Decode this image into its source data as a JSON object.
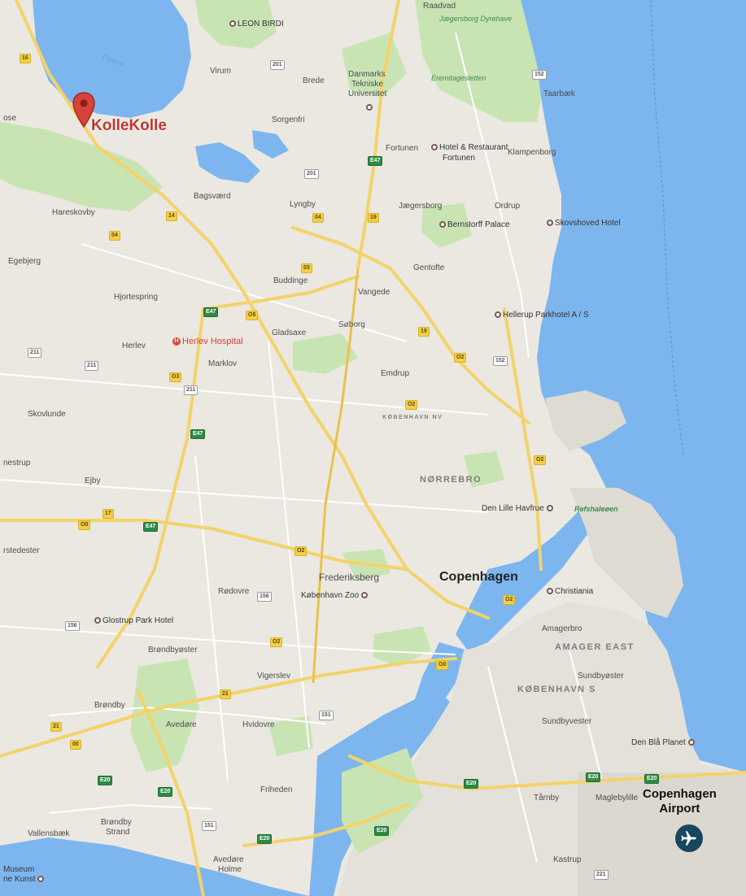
{
  "map": {
    "colors": {
      "land": "#ebe8e2",
      "water": "#7db6ee",
      "park": "#c9e4b3",
      "urban": "#dedbd3",
      "major_road": "#f3d36a",
      "minor_road": "#ffffff",
      "featured_pin": "#d6433a",
      "airport_badge": "#17475f"
    },
    "featured_place": {
      "name": "KolleKolle",
      "icon": "map-pin-icon"
    },
    "airport": {
      "line1": "Copenhagen",
      "line2": "Airport",
      "icon": "airplane-icon"
    },
    "labels": {
      "leon_birdi": "LEON BIRDI",
      "raadvad": "Raadvad",
      "jaegersborg_dyrehave": "Jægersborg Dyrehave",
      "eremitage": "Eremitagesletten",
      "taarbaek": "Taarbæk",
      "furesø": "Furesø",
      "virum": "Virum",
      "brede": "Brede",
      "dtu_1": "Danmarks",
      "dtu_2": "Tekniske",
      "dtu_3": "Universitet",
      "ose": "ose",
      "sorgenfri": "Sorgenfri",
      "fortunen": "Fortunen",
      "hotel_fortunen_1": "Hotel & Restaurant",
      "hotel_fortunen_2": "Fortunen",
      "klampenborg": "Klampenborg",
      "bagsvaerd": "Bagsværd",
      "lyngby": "Lyngby",
      "jaegersborg": "Jægersborg",
      "ordrup": "Ordrup",
      "hareskovby": "Hareskovby",
      "bernstorff": "Bernstorff Palace",
      "skovshoved": "Skovshoved Hotel",
      "egebjerg": "Egebjerg",
      "gentofte": "Gentofte",
      "buddinge": "Buddinge",
      "vangede": "Vangede",
      "hjortespring": "Hjortespring",
      "hellerup": "Hellerup Parkhotel A / S",
      "gladsaxe": "Gladsaxe",
      "soborg": "Søborg",
      "herlev": "Herlev",
      "herlev_hospital": "Herlev Hospital",
      "hospital_glyph": "H",
      "marklov": "Marklov",
      "emdrup": "Emdrup",
      "skovlunde": "Skovlunde",
      "kobenhavn_nv": "KØBENHAVN NV",
      "nestrup": "nestrup",
      "ejby": "Ejby",
      "norrebro": "NØRREBRO",
      "den_lille_havfrue": "Den Lille Havfrue",
      "refshaleoen": "Refshaleøen",
      "brondbyoster_left": "rstedester",
      "rodovre": "Rødovre",
      "frederiksberg": "Frederiksberg",
      "kobenhavn_zoo": "København Zoo",
      "copenhagen": "Copenhagen",
      "christiania": "Christiania",
      "glostrup": "Glostrup Park Hotel",
      "amagerbro": "Amagerbro",
      "brondbyoster": "Brøndbyøster",
      "amager_east": "AMAGER EAST",
      "vigerslev": "Vigerslev",
      "sundbyoster": "Sundbyøster",
      "kobenhavn_s": "KØBENHAVN S",
      "brondby": "Brøndby",
      "sundbyvester": "Sundbyvester",
      "avedore": "Avedøre",
      "hvidovre": "Hvidovre",
      "den_bla_planet": "Den Blå Planet",
      "friheden": "Friheden",
      "tarnby": "Tårnby",
      "maglebylille": "Maglebylille",
      "brondby_strand_1": "Brøndby",
      "brondby_strand_2": "Strand",
      "vallensbaek": "Vallensbæk",
      "avedore_holme_1": "Avedøre",
      "avedore_holme_2": "Holme",
      "kastrup": "Kastrup",
      "museum_1": "Museum",
      "museum_2": "ne Kunst"
    },
    "shields": [
      {
        "key": "s1",
        "text": "16",
        "kind": "y"
      },
      {
        "key": "s2",
        "text": "201",
        "kind": "w"
      },
      {
        "key": "s3",
        "text": "152",
        "kind": "w"
      },
      {
        "key": "s4",
        "text": "E47",
        "kind": "g"
      },
      {
        "key": "s5",
        "text": "201",
        "kind": "w"
      },
      {
        "key": "s6",
        "text": "14",
        "kind": "y"
      },
      {
        "key": "s7",
        "text": "04",
        "kind": "y"
      },
      {
        "key": "s8",
        "text": "19",
        "kind": "y"
      },
      {
        "key": "s9",
        "text": "04",
        "kind": "y"
      },
      {
        "key": "s10",
        "text": "03",
        "kind": "y"
      },
      {
        "key": "s11",
        "text": "E47",
        "kind": "g"
      },
      {
        "key": "s12",
        "text": "O5",
        "kind": "y"
      },
      {
        "key": "s13",
        "text": "19",
        "kind": "y"
      },
      {
        "key": "s14",
        "text": "211",
        "kind": "w"
      },
      {
        "key": "s15",
        "text": "211",
        "kind": "w"
      },
      {
        "key": "s16",
        "text": "O3",
        "kind": "y"
      },
      {
        "key": "s17",
        "text": "211",
        "kind": "w"
      },
      {
        "key": "s18",
        "text": "O2",
        "kind": "y"
      },
      {
        "key": "s19",
        "text": "152",
        "kind": "w"
      },
      {
        "key": "s20",
        "text": "O2",
        "kind": "y"
      },
      {
        "key": "s21",
        "text": "E47",
        "kind": "g"
      },
      {
        "key": "s22",
        "text": "O2",
        "kind": "y"
      },
      {
        "key": "s23",
        "text": "17",
        "kind": "y"
      },
      {
        "key": "s24",
        "text": "O0",
        "kind": "y"
      },
      {
        "key": "s25",
        "text": "E47",
        "kind": "g"
      },
      {
        "key": "s26",
        "text": "O2",
        "kind": "y"
      },
      {
        "key": "s27",
        "text": "156",
        "kind": "w"
      },
      {
        "key": "s28",
        "text": "O2",
        "kind": "y"
      },
      {
        "key": "s29",
        "text": "156",
        "kind": "w"
      },
      {
        "key": "s30",
        "text": "O2",
        "kind": "y"
      },
      {
        "key": "s31",
        "text": "O0",
        "kind": "y"
      },
      {
        "key": "s32",
        "text": "21",
        "kind": "y"
      },
      {
        "key": "s33",
        "text": "151",
        "kind": "w"
      },
      {
        "key": "s34",
        "text": "21",
        "kind": "y"
      },
      {
        "key": "s35",
        "text": "00",
        "kind": "y"
      },
      {
        "key": "s36",
        "text": "E20",
        "kind": "g"
      },
      {
        "key": "s37",
        "text": "E20",
        "kind": "g"
      },
      {
        "key": "s38",
        "text": "E20",
        "kind": "g"
      },
      {
        "key": "s39",
        "text": "E20",
        "kind": "g"
      },
      {
        "key": "s40",
        "text": "E20",
        "kind": "g"
      },
      {
        "key": "s41",
        "text": "151",
        "kind": "w"
      },
      {
        "key": "s42",
        "text": "E20",
        "kind": "g"
      },
      {
        "key": "s43",
        "text": "221",
        "kind": "w"
      },
      {
        "key": "s44",
        "text": "E20",
        "kind": "g"
      }
    ]
  }
}
